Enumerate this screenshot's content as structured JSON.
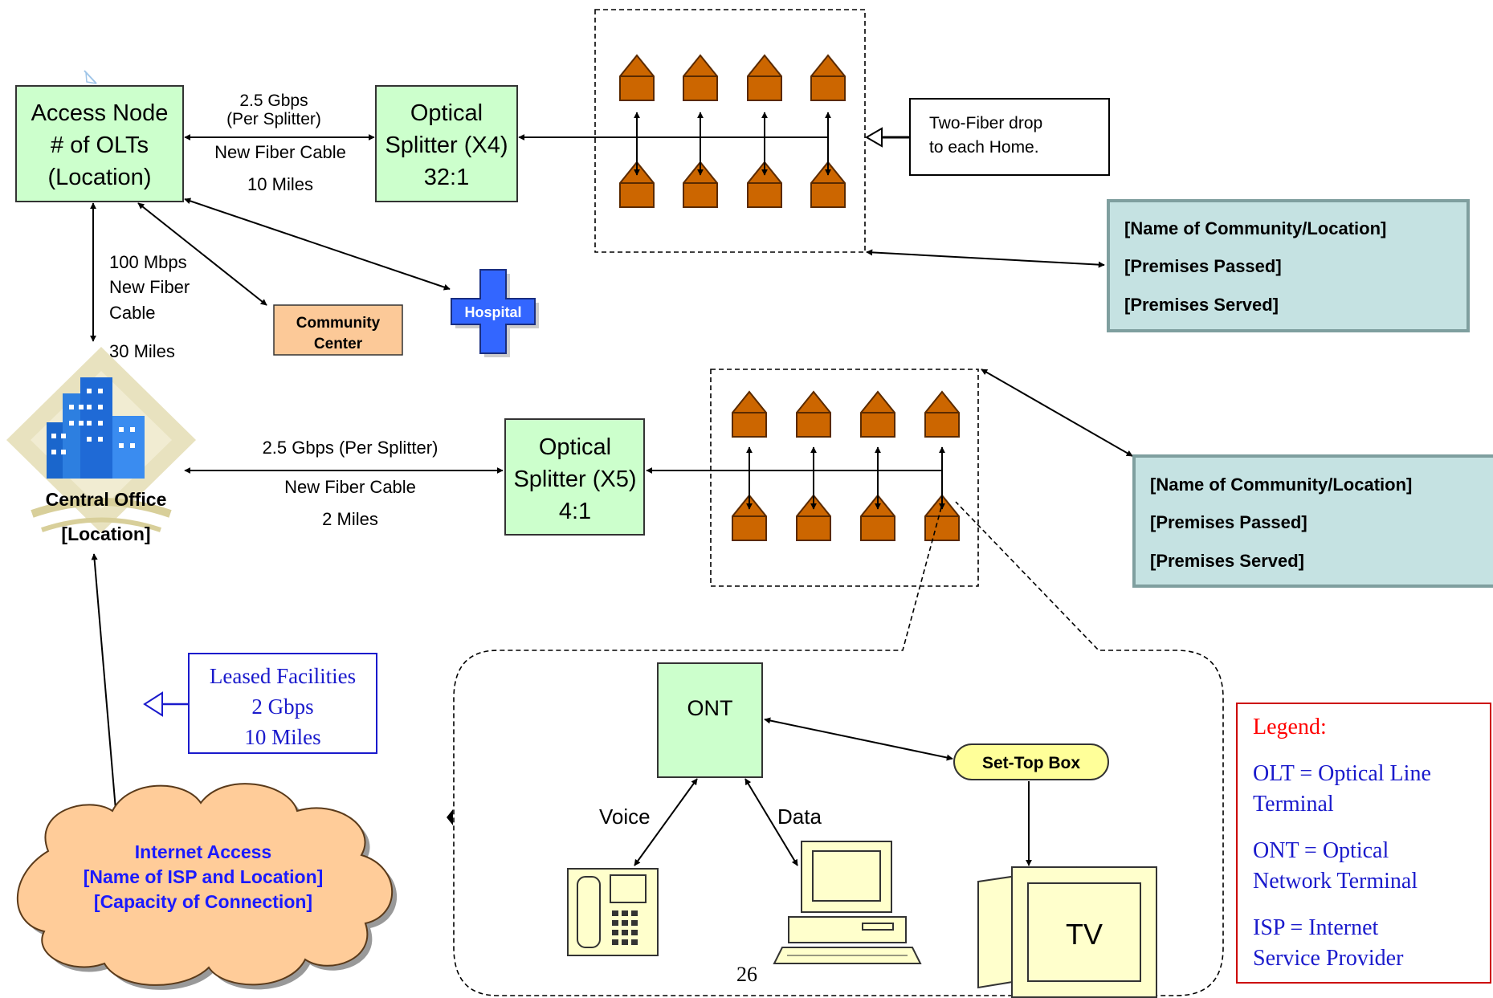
{
  "access_node": {
    "line1": "Access Node",
    "line2": "# of OLTs",
    "line3": "(Location)"
  },
  "splitter_top": {
    "line1": "Optical",
    "line2": "Splitter (X4)",
    "line3": "32:1"
  },
  "splitter_bottom": {
    "line1": "Optical",
    "line2": "Splitter (X5)",
    "line3": "4:1"
  },
  "link_node_splitter": {
    "speed1": "2.5 Gbps",
    "speed2": "(Per Splitter)",
    "cable": "New Fiber Cable",
    "distance": "10 Miles"
  },
  "link_node_co": {
    "speed": "100 Mbps",
    "cable1": "New Fiber",
    "cable2": "Cable",
    "distance": "30 Miles"
  },
  "link_co_splitter": {
    "speed": "2.5 Gbps (Per Splitter)",
    "cable": "New Fiber Cable",
    "distance": "2 Miles"
  },
  "drop_note": {
    "line1": "Two-Fiber drop",
    "line2": "to each Home."
  },
  "community_center": {
    "line1": "Community",
    "line2": "Center"
  },
  "hospital": "Hospital",
  "central_office": {
    "line1": "Central Office",
    "line2": "[Location]"
  },
  "community_top": {
    "name": "[Name of Community/Location]",
    "passed": "[Premises Passed]",
    "served": "[Premises Served]"
  },
  "community_bottom": {
    "name": "[Name of Community/Location]",
    "passed": "[Premises Passed]",
    "served": "[Premises Served]"
  },
  "leased": {
    "line1": "Leased Facilities",
    "line2": "2 Gbps",
    "line3": "10 Miles"
  },
  "internet": {
    "line1": "Internet Access",
    "line2": "[Name of ISP and Location]",
    "line3": "[Capacity of Connection]"
  },
  "premises_detail": {
    "ont": "ONT",
    "set_top_box": "Set-Top Box",
    "voice": "Voice",
    "data": "Data",
    "tv": "TV"
  },
  "legend": {
    "title": "Legend:",
    "olt1": "OLT = Optical Line",
    "olt2": "Terminal",
    "ont1": "ONT = Optical",
    "ont2": "Network Terminal",
    "isp1": "ISP = Internet",
    "isp2": "Service Provider"
  },
  "page_number": "26",
  "colors": {
    "node_fill": "#ccffcc",
    "house_fill": "#cc6600",
    "info_fill": "#c5e2e2",
    "info_border": "#7f9f9f",
    "community_center_fill": "#fcc998",
    "hospital_fill": "#3366ff",
    "cloud_fill": "#ffcc99",
    "internet_text": "#1a1aff",
    "leased_text": "#1a1acc",
    "legend_title": "#ff0000",
    "legend_text": "#1a1acc",
    "legend_border": "#cc0000",
    "set_top_fill": "#ffff99"
  }
}
